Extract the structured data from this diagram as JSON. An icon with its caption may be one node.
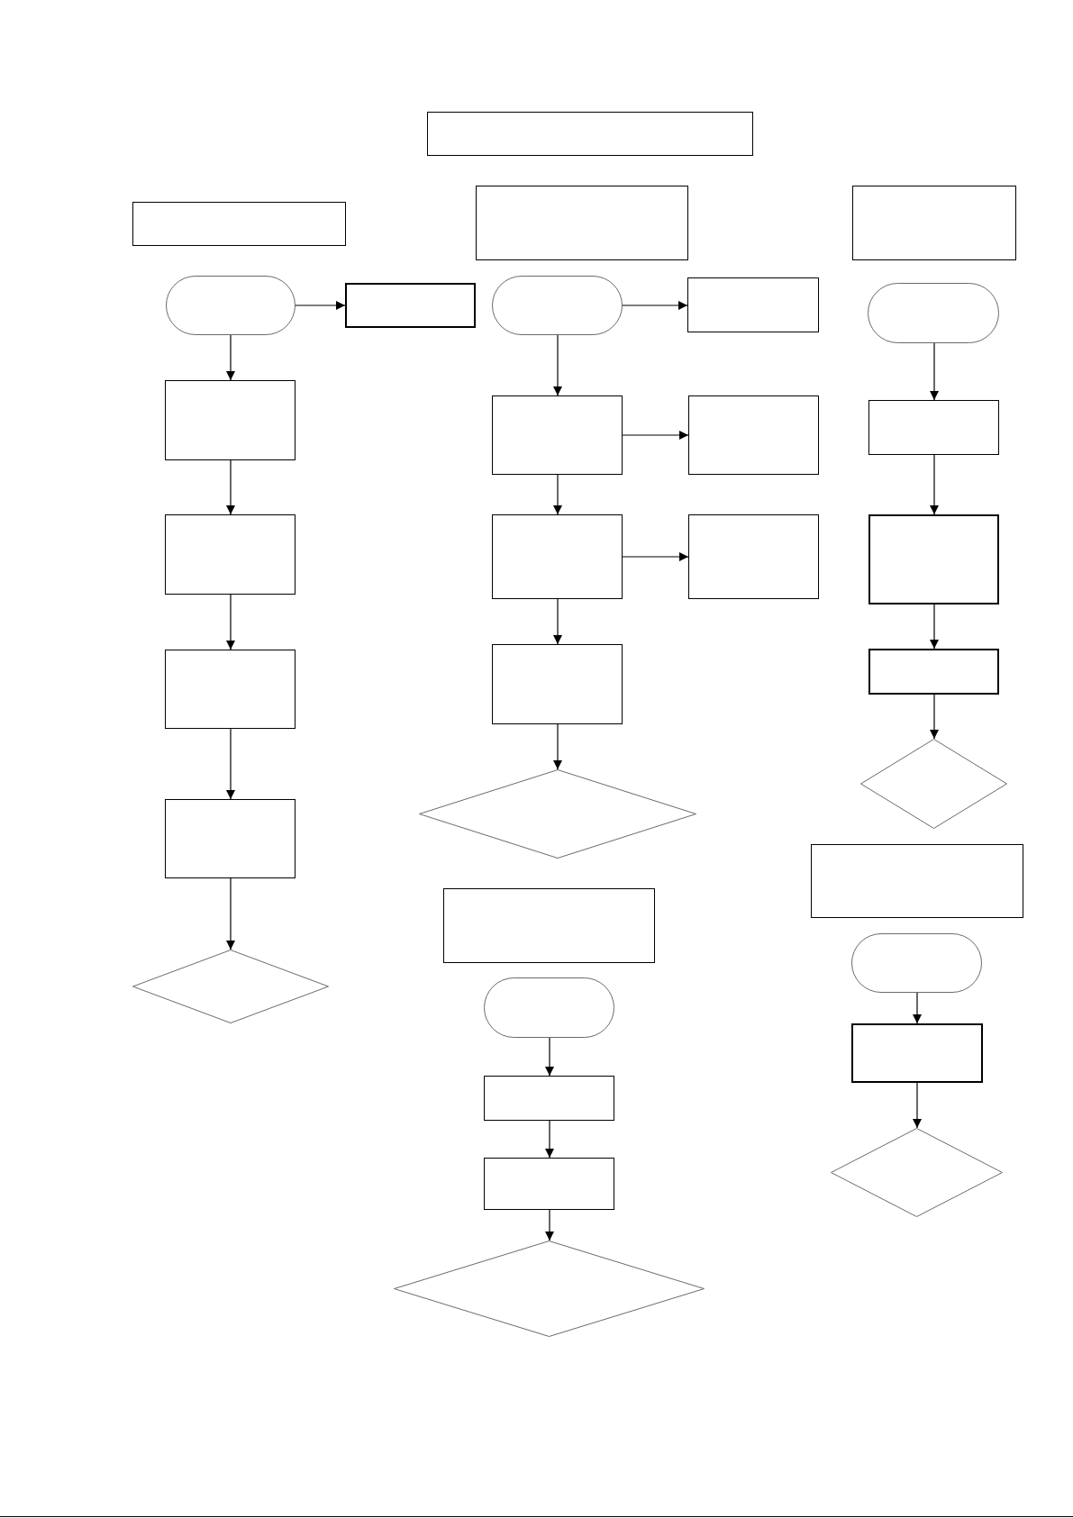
{
  "diagram": {
    "nodes": [
      {
        "text": [],
        "shape": "box"
      },
      {
        "text": [],
        "shape": "box"
      },
      {
        "text": [],
        "shape": "box"
      },
      {
        "text": [],
        "shape": "box"
      },
      {
        "text": [],
        "shape": "oval"
      },
      {
        "text": [],
        "shape": "box"
      },
      {
        "text": [],
        "shape": "oval"
      },
      {
        "text": [],
        "shape": "box"
      },
      {
        "text": [],
        "shape": "oval"
      },
      {
        "text": [],
        "shape": "box"
      },
      {
        "text": [],
        "shape": "box"
      },
      {
        "text": [],
        "shape": "box"
      },
      {
        "text": [],
        "shape": "box"
      },
      {
        "text": [],
        "shape": "diamond"
      },
      {
        "text": [],
        "shape": "box"
      },
      {
        "text": [],
        "shape": "box"
      },
      {
        "text": [],
        "shape": "box"
      },
      {
        "text": [],
        "shape": "box"
      },
      {
        "text": [],
        "shape": "box"
      },
      {
        "text": [],
        "shape": "diamond"
      },
      {
        "text": [],
        "shape": "box"
      },
      {
        "text": [],
        "shape": "box"
      },
      {
        "text": [],
        "shape": "box"
      },
      {
        "text": [],
        "shape": "diamond"
      },
      {
        "text": [],
        "shape": "box"
      },
      {
        "text": [],
        "shape": "oval"
      },
      {
        "text": [],
        "shape": "box"
      },
      {
        "text": [],
        "shape": "diamond"
      },
      {
        "text": [],
        "shape": "box"
      },
      {
        "text": [],
        "shape": "oval"
      },
      {
        "text": [],
        "shape": "box"
      },
      {
        "text": [],
        "shape": "box"
      },
      {
        "text": [],
        "shape": "diamond"
      }
    ],
    "edges": [
      {
        "from": 4,
        "to": 5,
        "arrow": "to"
      },
      {
        "from": 6,
        "to": 7,
        "arrow": "to"
      },
      {
        "from": 4,
        "to": 9,
        "arrow": "to"
      },
      {
        "from": 9,
        "to": 10,
        "arrow": "to"
      },
      {
        "from": 10,
        "to": 11,
        "arrow": "to"
      },
      {
        "from": 11,
        "to": 12,
        "arrow": "to"
      },
      {
        "from": 12,
        "to": 13,
        "arrow": "to"
      },
      {
        "from": 6,
        "to": 14,
        "arrow": "to"
      },
      {
        "from": 14,
        "to": 15,
        "arrow": "to"
      },
      {
        "from": 14,
        "to": 16,
        "arrow": "to"
      },
      {
        "from": 16,
        "to": 17,
        "arrow": "to"
      },
      {
        "from": 16,
        "to": 18,
        "arrow": "to"
      },
      {
        "from": 18,
        "to": 19,
        "arrow": "to"
      },
      {
        "from": 8,
        "to": 20,
        "arrow": "to"
      },
      {
        "from": 20,
        "to": 21,
        "arrow": "to"
      },
      {
        "from": 21,
        "to": 22,
        "arrow": "to"
      },
      {
        "from": 22,
        "to": 23,
        "arrow": "to"
      },
      {
        "from": 25,
        "to": 26,
        "arrow": "to"
      },
      {
        "from": 26,
        "to": 27,
        "arrow": "to"
      },
      {
        "from": 29,
        "to": 30,
        "arrow": "to"
      },
      {
        "from": 30,
        "to": 31,
        "arrow": "to"
      },
      {
        "from": 31,
        "to": 32,
        "arrow": "to"
      }
    ]
  }
}
